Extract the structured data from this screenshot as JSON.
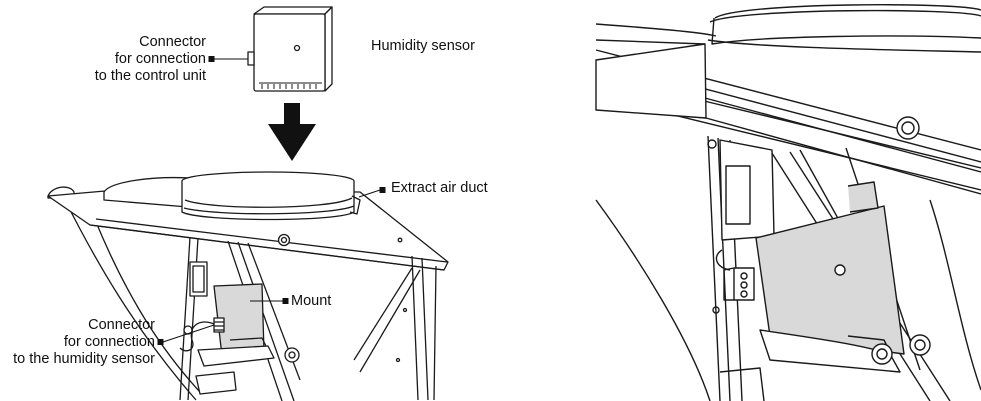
{
  "labels": {
    "connector_control_unit": {
      "line1": "Connector",
      "line2": "for connection",
      "line3": "to the control unit"
    },
    "humidity_sensor": "Humidity sensor",
    "extract_air_duct": "Extract air duct",
    "mount": "Mount",
    "connector_humidity_sensor": {
      "line1": "Connector",
      "line2": "for connection",
      "line3": "to the humidity sensor"
    }
  },
  "colors": {
    "stroke": "#1a1a1a",
    "panel_fill": "#d9d9d9",
    "arrow": "#111111",
    "background": "#ffffff"
  }
}
